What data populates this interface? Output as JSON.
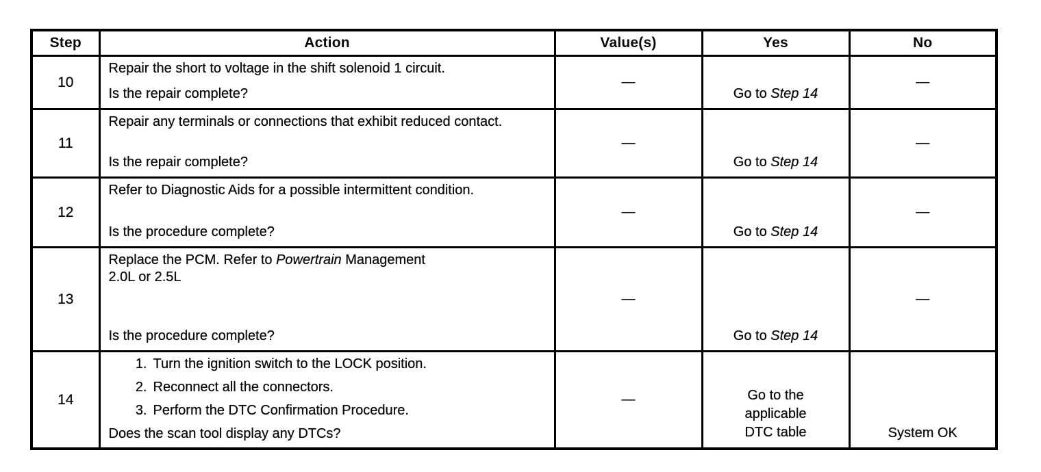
{
  "header": {
    "step": "Step",
    "action": "Action",
    "values": "Value(s)",
    "yes": "Yes",
    "no": "No"
  },
  "rows": {
    "r10": {
      "step": "10",
      "action": "Repair the short to voltage in the shift solenoid 1 circuit.",
      "question": "Is the repair complete?",
      "values": "—",
      "yes_prefix": "Go to ",
      "yes_target": "Step 14",
      "no": "—"
    },
    "r11": {
      "step": "11",
      "action": "Repair any terminals or connections that exhibit reduced contact.",
      "question": "Is the repair complete?",
      "values": "—",
      "yes_prefix": "Go to ",
      "yes_target": "Step 14",
      "no": "—"
    },
    "r12": {
      "step": "12",
      "action": "Refer to Diagnostic Aids for a possible intermittent condition.",
      "question": "Is the procedure complete?",
      "values": "—",
      "yes_prefix": "Go to ",
      "yes_target": "Step 14",
      "no": "—"
    },
    "r13": {
      "step": "13",
      "action_pre": "Replace the PCM. Refer to ",
      "action_italic": "Powertrain",
      "action_post": " Management",
      "action_line2": "2.0L or 2.5L",
      "question": "Is the procedure complete?",
      "values": "—",
      "yes_prefix": "Go to ",
      "yes_target": "Step 14",
      "no": "—"
    },
    "r14": {
      "step": "14",
      "list": [
        {
          "n": "1.",
          "text": "Turn the ignition switch to the LOCK position."
        },
        {
          "n": "2.",
          "text": "Reconnect all the connectors."
        },
        {
          "n": "3.",
          "text": "Perform the DTC Confirmation Procedure."
        }
      ],
      "question": "Does the scan tool display any DTCs?",
      "values": "—",
      "yes_lines": [
        "Go to the",
        "applicable",
        "DTC table"
      ],
      "no": "System OK"
    }
  }
}
